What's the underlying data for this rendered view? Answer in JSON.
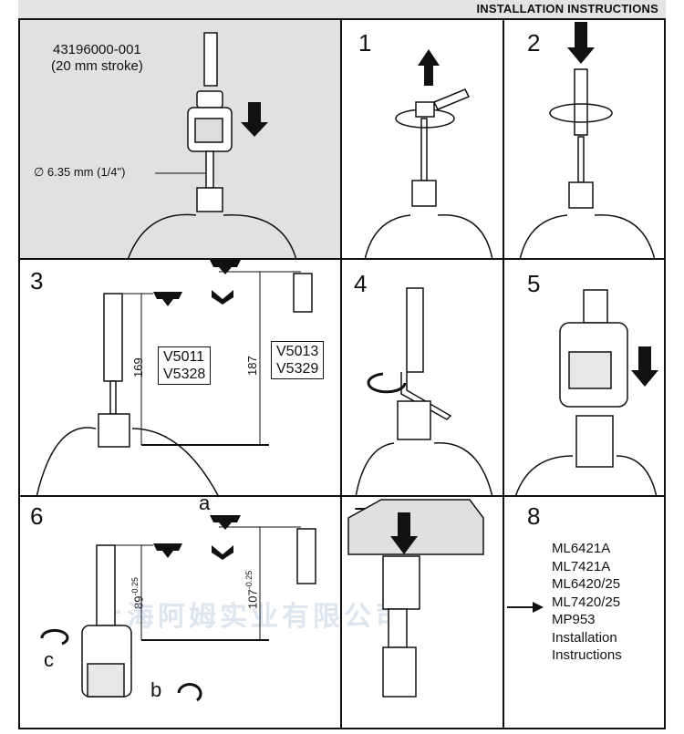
{
  "header": {
    "title": "INSTALLATION INSTRUCTIONS"
  },
  "panel0": {
    "part_number": "43196000-001",
    "stroke": "(20 mm stroke)",
    "diameter": "∅ 6.35 mm (1/4\")"
  },
  "steps": {
    "s1": "1",
    "s2": "2",
    "s3": "3",
    "s4": "4",
    "s5": "5",
    "s6": "6",
    "s7": "7",
    "s8": "8"
  },
  "step3": {
    "box_left": [
      "V5011",
      "V5328"
    ],
    "box_right": [
      "V5013",
      "V5329"
    ],
    "dim_left": "169",
    "dim_right": "187"
  },
  "step6": {
    "label_a": "a",
    "label_b": "b",
    "label_c": "c",
    "dim_left": "89",
    "dim_left_tol": "-0.25",
    "dim_right": "107",
    "dim_right_tol": "-0.25"
  },
  "step8": {
    "lines": [
      "ML6421A",
      "ML7421A",
      "ML6420/25",
      "ML7420/25",
      "MP953",
      "Installation",
      "Instructions"
    ]
  },
  "watermark": "上海阿姆实业有限公司"
}
